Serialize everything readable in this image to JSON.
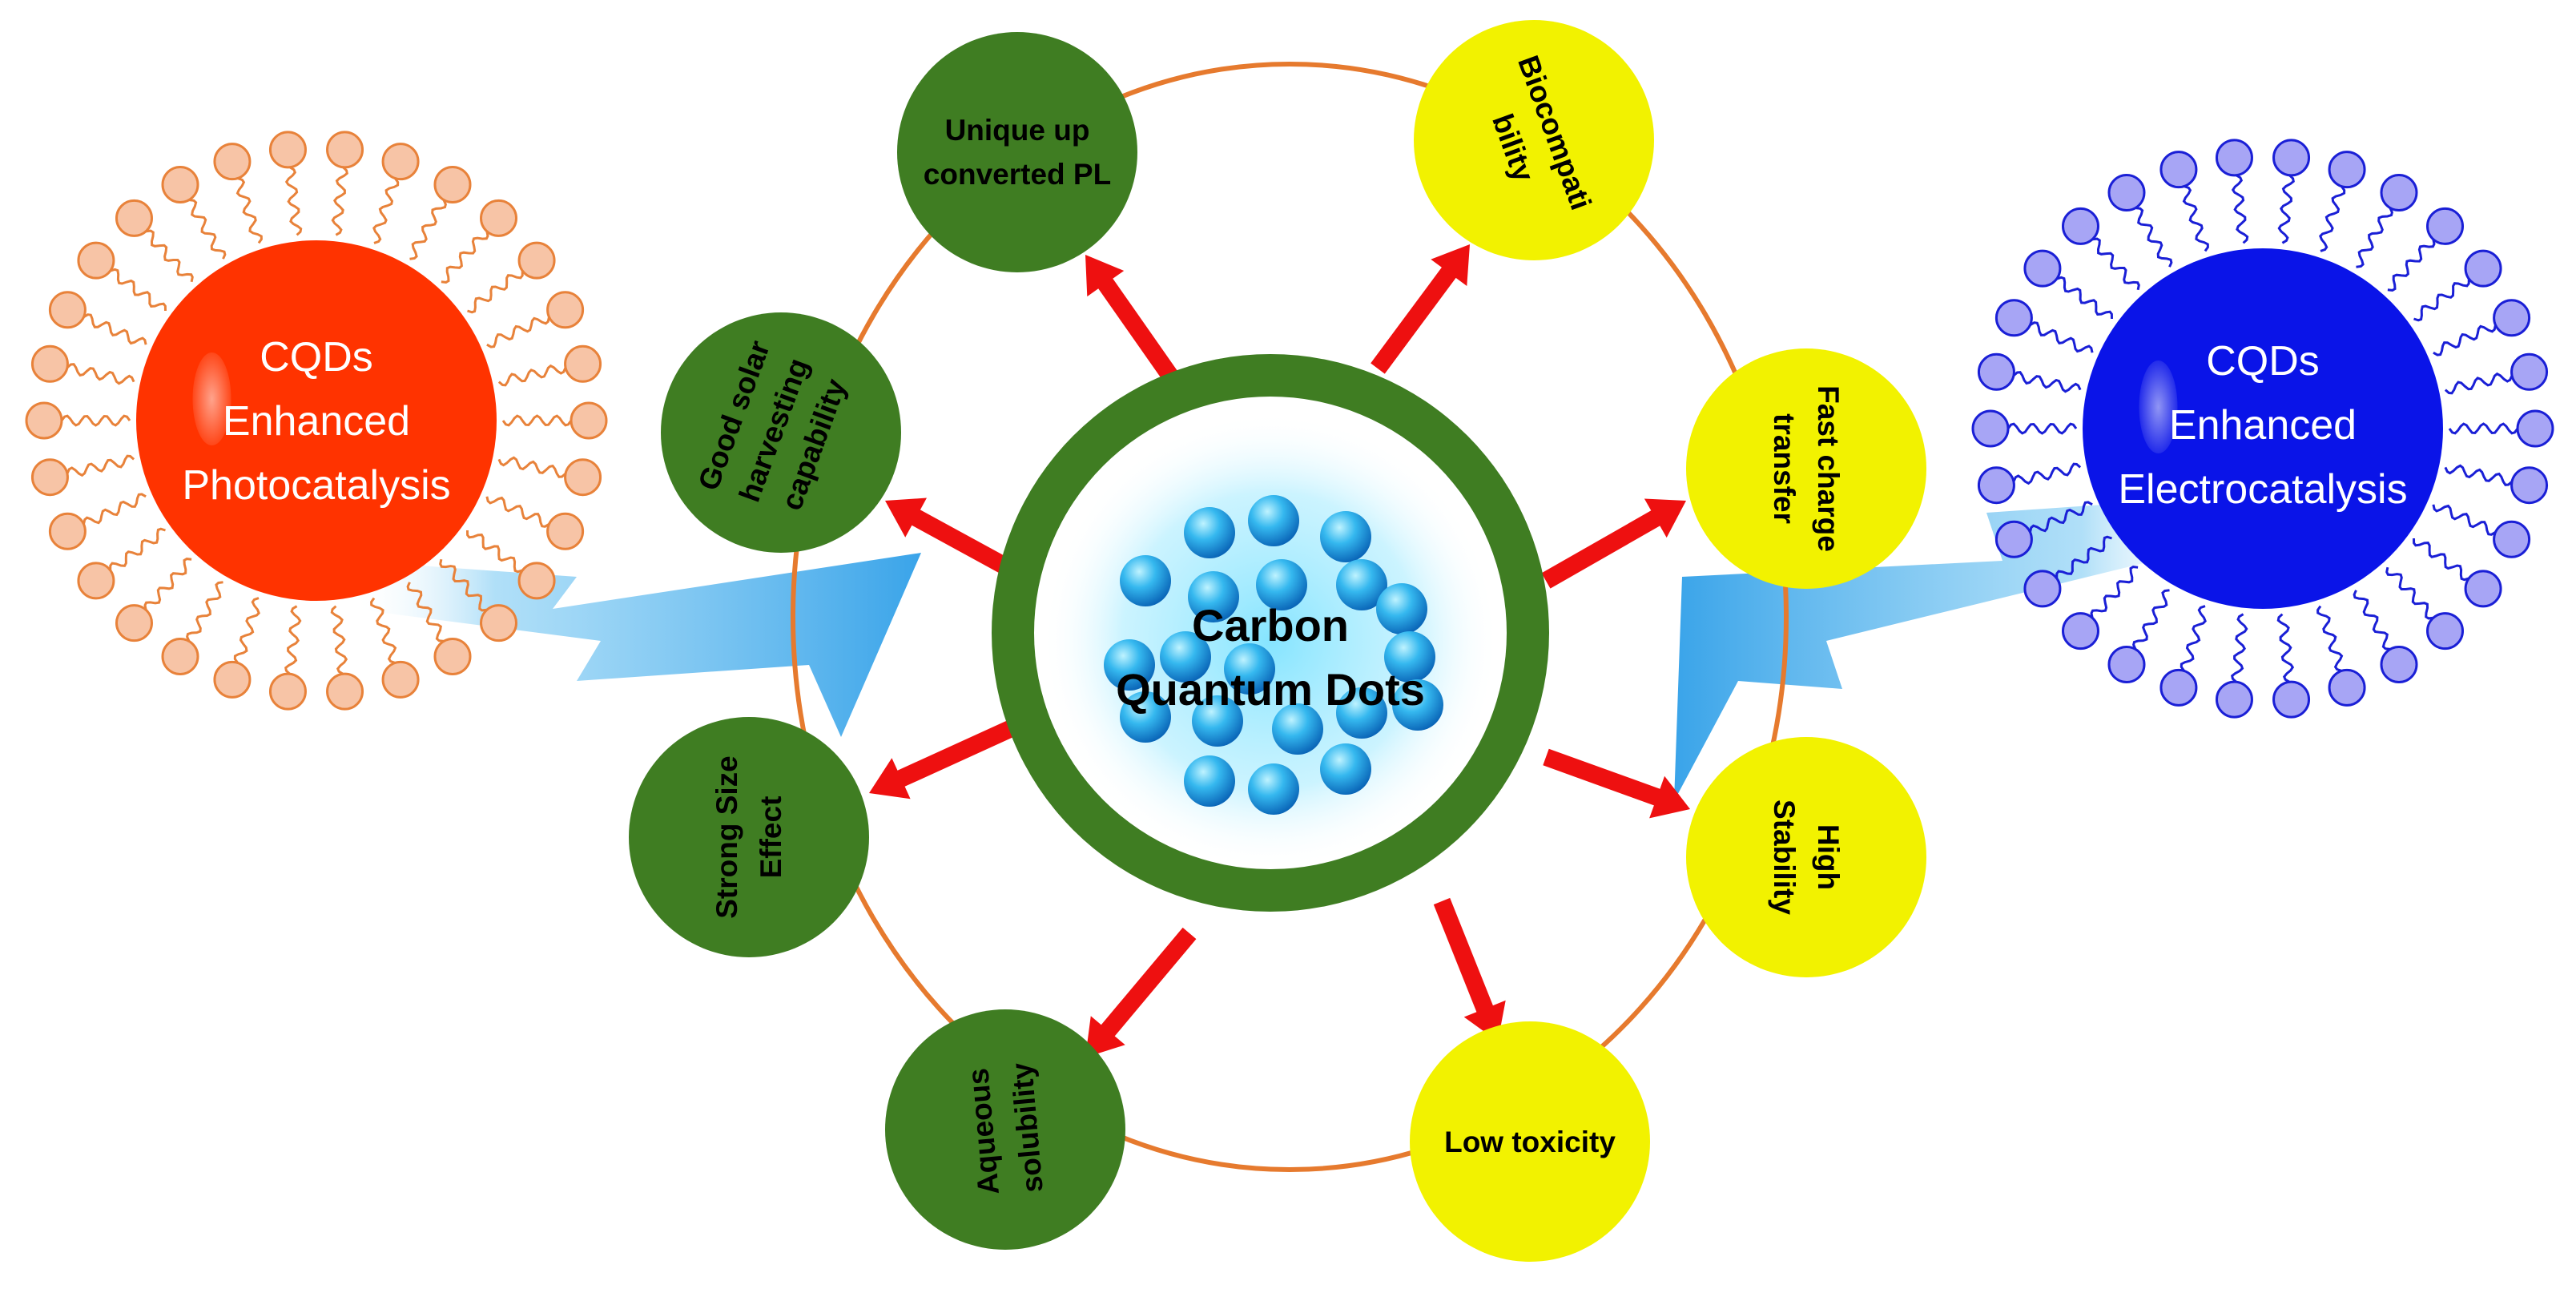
{
  "center": {
    "lines": [
      "Carbon",
      "Quantum Dots"
    ]
  },
  "left_micelle": {
    "lines": [
      "CQDs",
      "Enhanced",
      "Photocatalysis"
    ]
  },
  "right_micelle": {
    "lines": [
      "CQDs",
      "Enhanced",
      "Electrocatalysis"
    ]
  },
  "properties": {
    "up_pl": {
      "lines": [
        "Unique up",
        "converted PL"
      ]
    },
    "solar": {
      "lines": [
        "Good solar",
        "harvesting",
        "capability"
      ]
    },
    "size": {
      "lines": [
        "Strong Size",
        "Effect"
      ]
    },
    "aqueous": {
      "lines": [
        "Aqueous",
        "solubility"
      ]
    },
    "low_tox": {
      "lines": [
        "Low toxicity"
      ]
    },
    "stability": {
      "lines": [
        "High",
        "Stability"
      ]
    },
    "charge": {
      "lines": [
        "Fast charge",
        "transfer"
      ]
    },
    "biocompat": {
      "lines": [
        "Biocompati",
        "bility"
      ]
    }
  },
  "colors": {
    "green_node": "#3f7d22",
    "yellow_node": "#f2f200",
    "orbit": "#e67a2e",
    "arrow": "#ee1010",
    "photo_core": "#ff3300",
    "photo_head": "#f7c4a6",
    "photo_line": "#e8823a",
    "electro_core": "#0a14e8",
    "electro_head": "#a7a5f5",
    "electro_line": "#1a1fd6",
    "bolt": "#44aaee"
  }
}
